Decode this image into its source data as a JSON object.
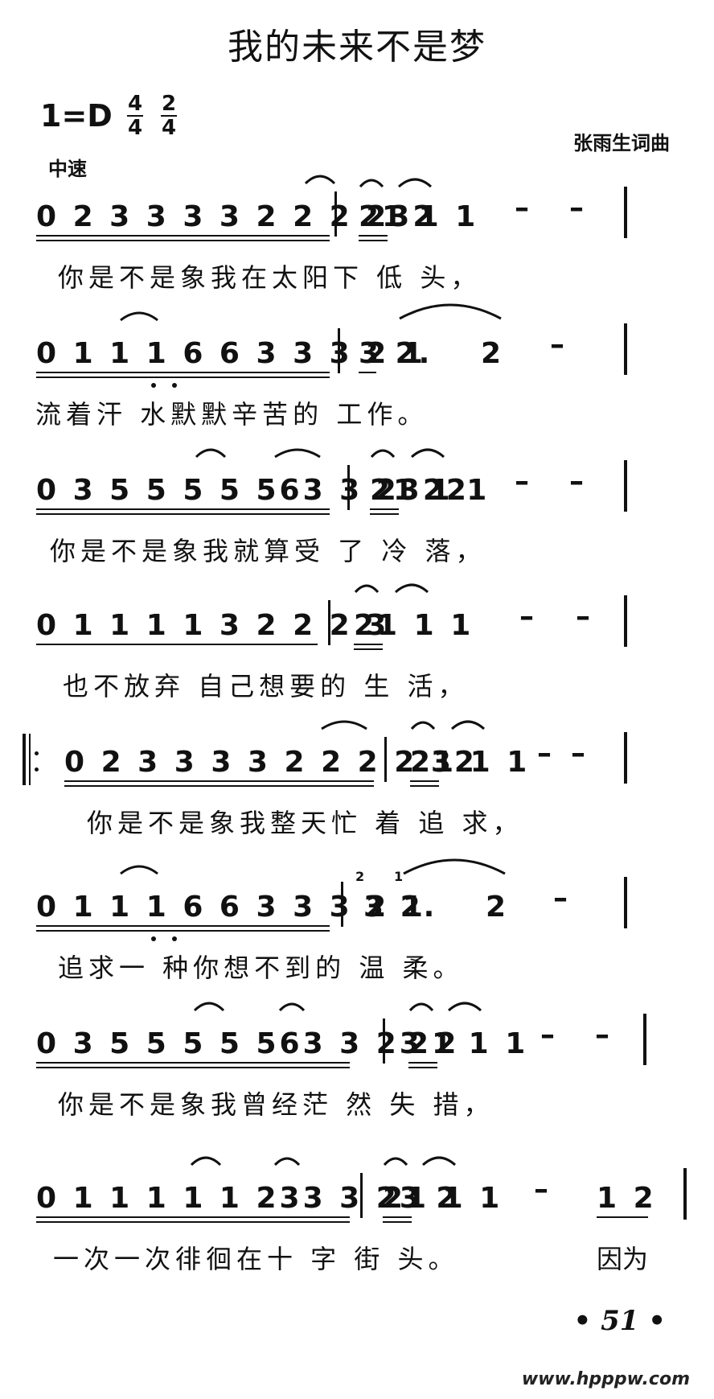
{
  "title": "我的未来不是梦",
  "key": "1=D",
  "time_signature_1": {
    "top": "4",
    "bottom": "4"
  },
  "time_signature_2": {
    "top": "2",
    "bottom": "4"
  },
  "author": "张雨生词曲",
  "tempo": "中速",
  "lines": [
    {
      "notes_a": "0 2 3 3 3 3 2 2 2 232",
      "notes_b": "21 1 1",
      "tail": "",
      "lyrics": "你是不是象我在太阳下 低 头，"
    },
    {
      "notes_a": "0 1 1 1 6 6 3 3 3 2 1",
      "notes_b": "3 2.",
      "tail": "2",
      "lyrics": "流着汗 水默默辛苦的 工作。"
    },
    {
      "notes_a": "0 3 5 5 5 5 563 3 2322",
      "notes_b": "21 1 1",
      "tail": "",
      "lyrics": "你是不是象我就算受 了 冷 落，"
    },
    {
      "notes_a": "0 1 1 1 1 3 2 2 2 3",
      "notes_b": "21 1 1",
      "tail": "",
      "lyrics": "也不放弃 自己想要的 生 活，"
    },
    {
      "notes_a": "0 2 3 3 3 3 2 2 2 2 32",
      "notes_b": "21 1 1",
      "tail": "",
      "lyrics": "你是不是象我整天忙 着 追 求，"
    },
    {
      "notes_a": "0 1 1 1 6 6 3 3 3 2 1",
      "notes_b": "3 2.",
      "tail": "2",
      "lyrics": "追求一 种你想不到的 温 柔。"
    },
    {
      "notes_a": "0 3 5 5 5 5 563 3 23 2",
      "notes_b": "21 1 1",
      "tail": "",
      "lyrics": "你是不是象我曾经茫 然 失 措，"
    },
    {
      "notes_a": "0 1 1 1 1 1 233 3 23 2",
      "notes_b": "21 1 1",
      "tail": "1 2",
      "lyrics": "一次一次徘徊在十 字 街 头。"
    }
  ],
  "dash": "–",
  "lyric_tail_last": "因为",
  "grace_notes": {
    "g1": "2",
    "g2": "1"
  },
  "page_number": "• 51 •",
  "site": "www.hpppw.com"
}
